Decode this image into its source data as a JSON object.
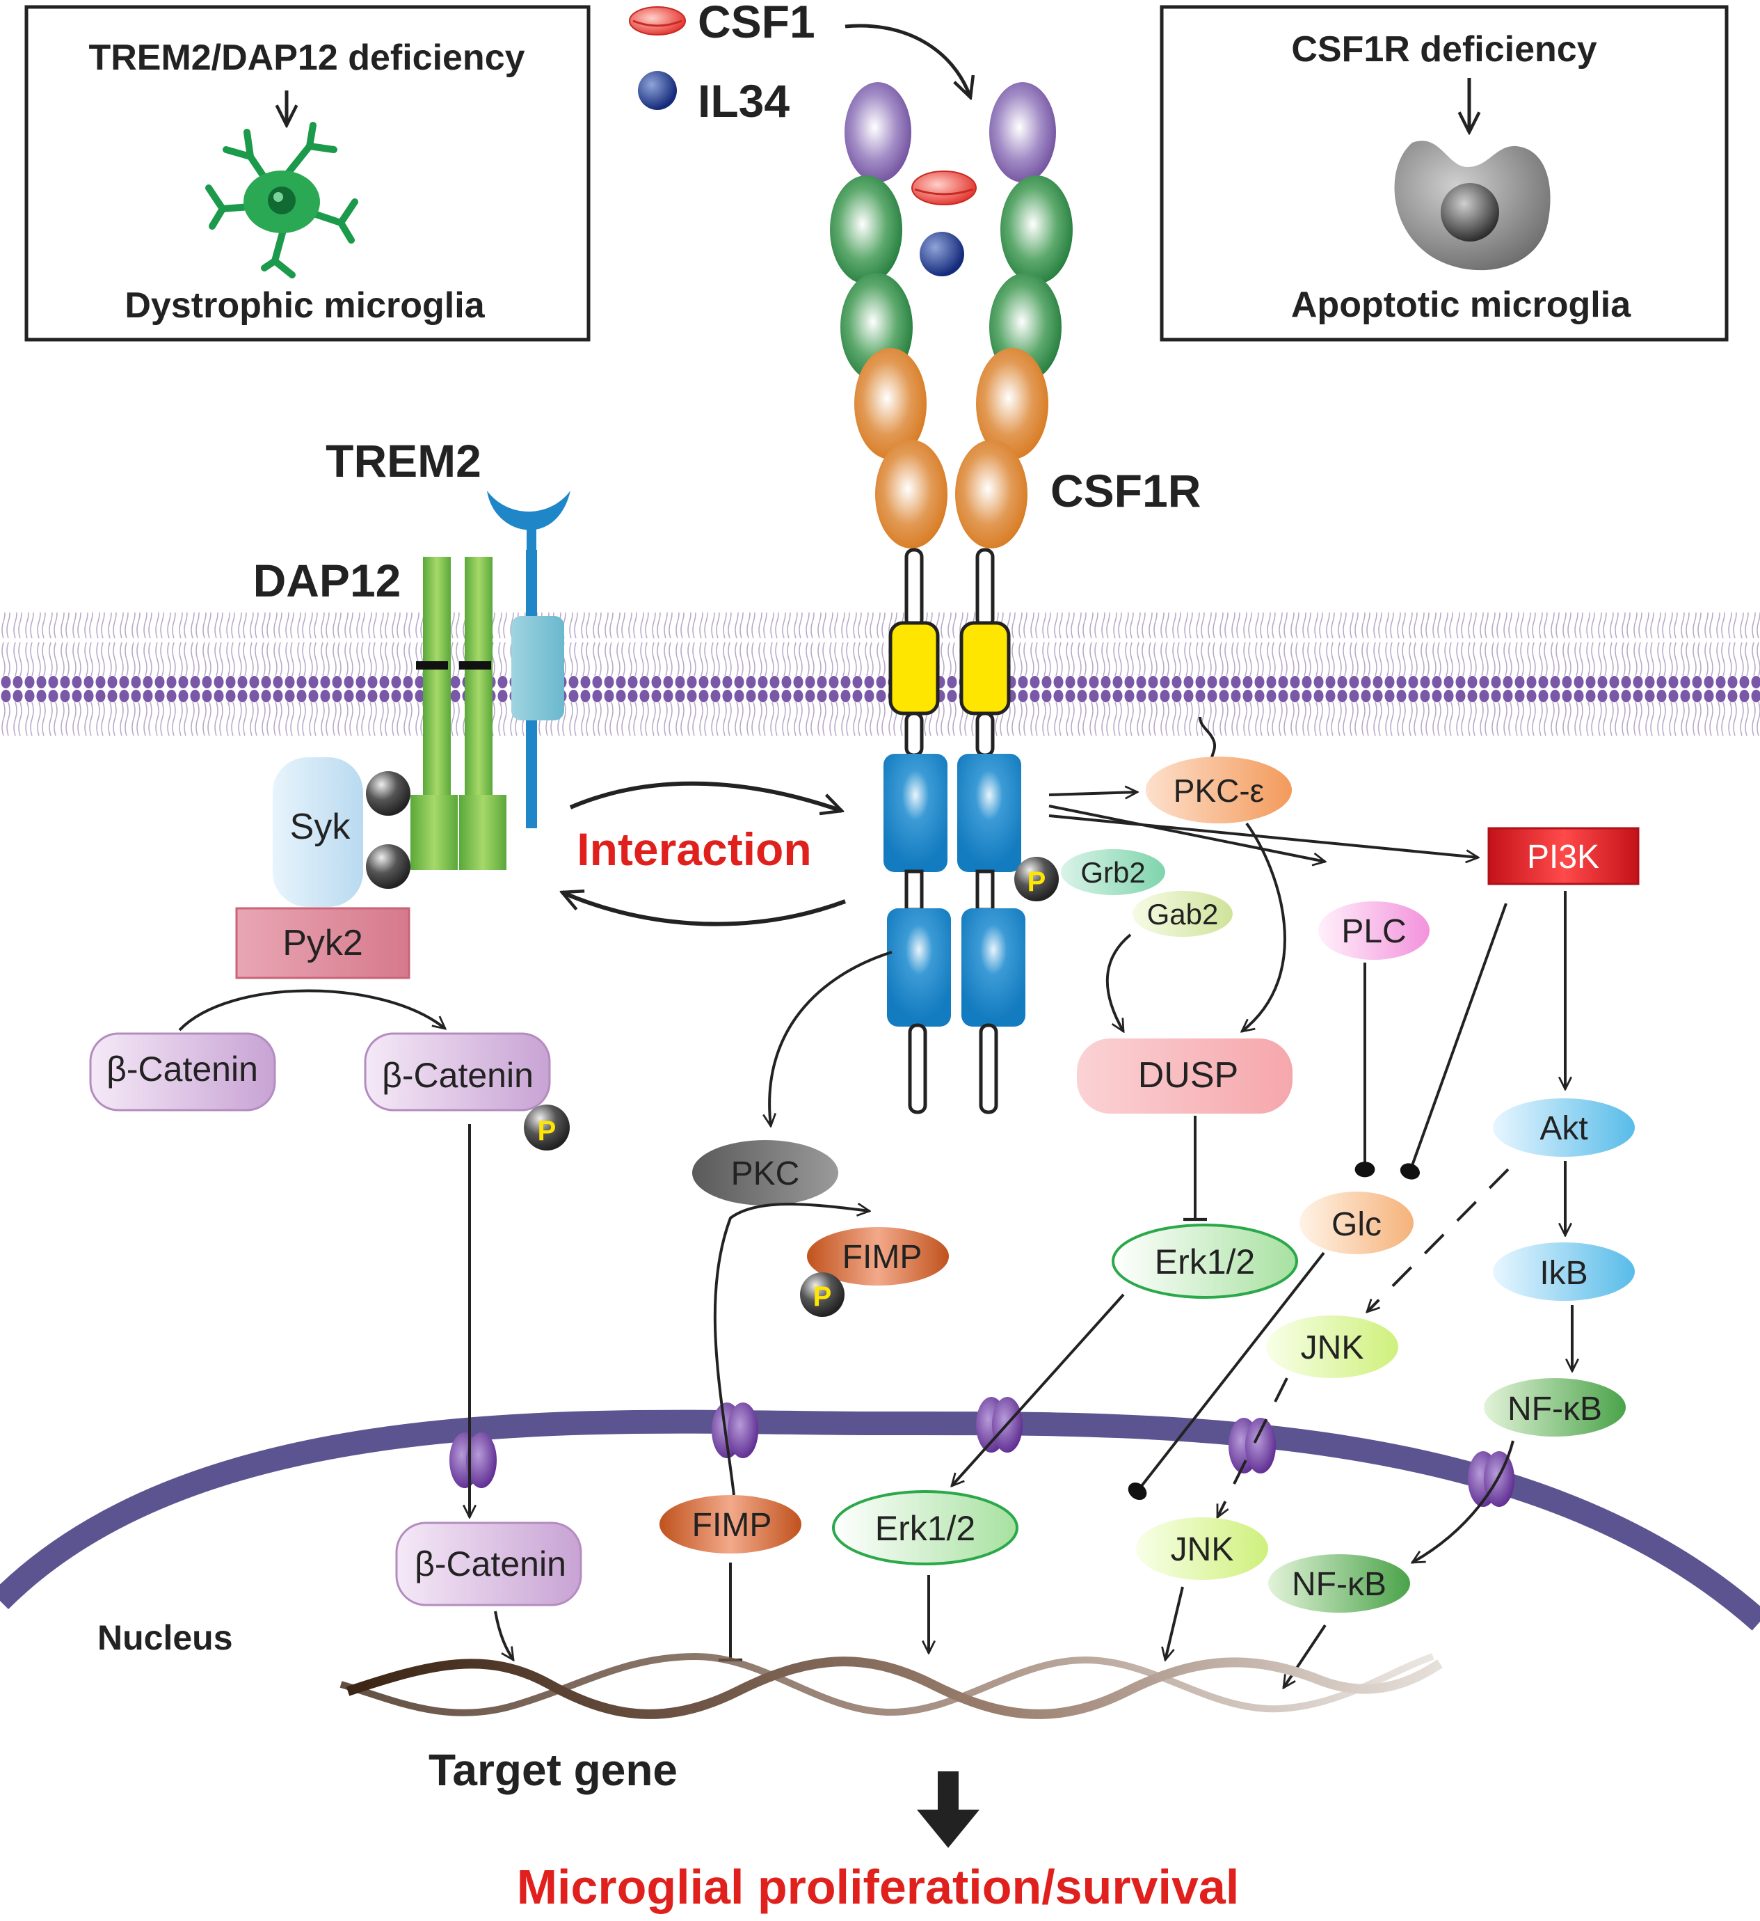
{
  "ligands": {
    "csf1": "CSF1",
    "il34": "IL34"
  },
  "deficiency_left": {
    "cause": "TREM2/DAP12 deficiency",
    "result": "Dystrophic microglia"
  },
  "deficiency_right": {
    "cause": "CSF1R deficiency",
    "result": "Apoptotic microglia"
  },
  "receptors": {
    "trem2": "TREM2",
    "dap12": "DAP12",
    "csf1r": "CSF1R"
  },
  "interaction_label": "Interaction",
  "trem2_path": {
    "syk": "Syk",
    "pyk2": "Pyk2",
    "bcatenin_1": "β-Catenin",
    "bcatenin_2": "β-Catenin",
    "bcatenin_nuc": "β-Catenin"
  },
  "phospho": "P",
  "csf1r_path": {
    "grb2": "Grb2",
    "gab2": "Gab2",
    "pkce": "PKC-ε",
    "pi3k": "PI3K",
    "plc": "PLC",
    "dusp": "DUSP",
    "pkc": "PKC",
    "fimp": "FIMP",
    "erk": "Erk1/2",
    "glc": "Glc",
    "akt": "Akt",
    "ikb": "IkB",
    "jnk": "JNK",
    "nfkb": "NF-κB",
    "fimp_nuc": "FIMP",
    "erk_nuc": "Erk1/2",
    "jnk_nuc": "JNK",
    "nfkb_nuc": "NF-κB"
  },
  "nucleus_label": "Nucleus",
  "target_gene": "Target gene",
  "outcome": "Microglial proliferation/survival",
  "colors": {
    "outcome_red": "#e0201c",
    "interaction_red": "#e0201c",
    "membrane": "#6a4fa0",
    "nuclear_envelope": "#5c5490",
    "receptor_blue": "#1f86c8",
    "tm_yellow": "#ffe600",
    "dap12_green": "#7cc242",
    "pi3k_red": "#d7141a"
  }
}
